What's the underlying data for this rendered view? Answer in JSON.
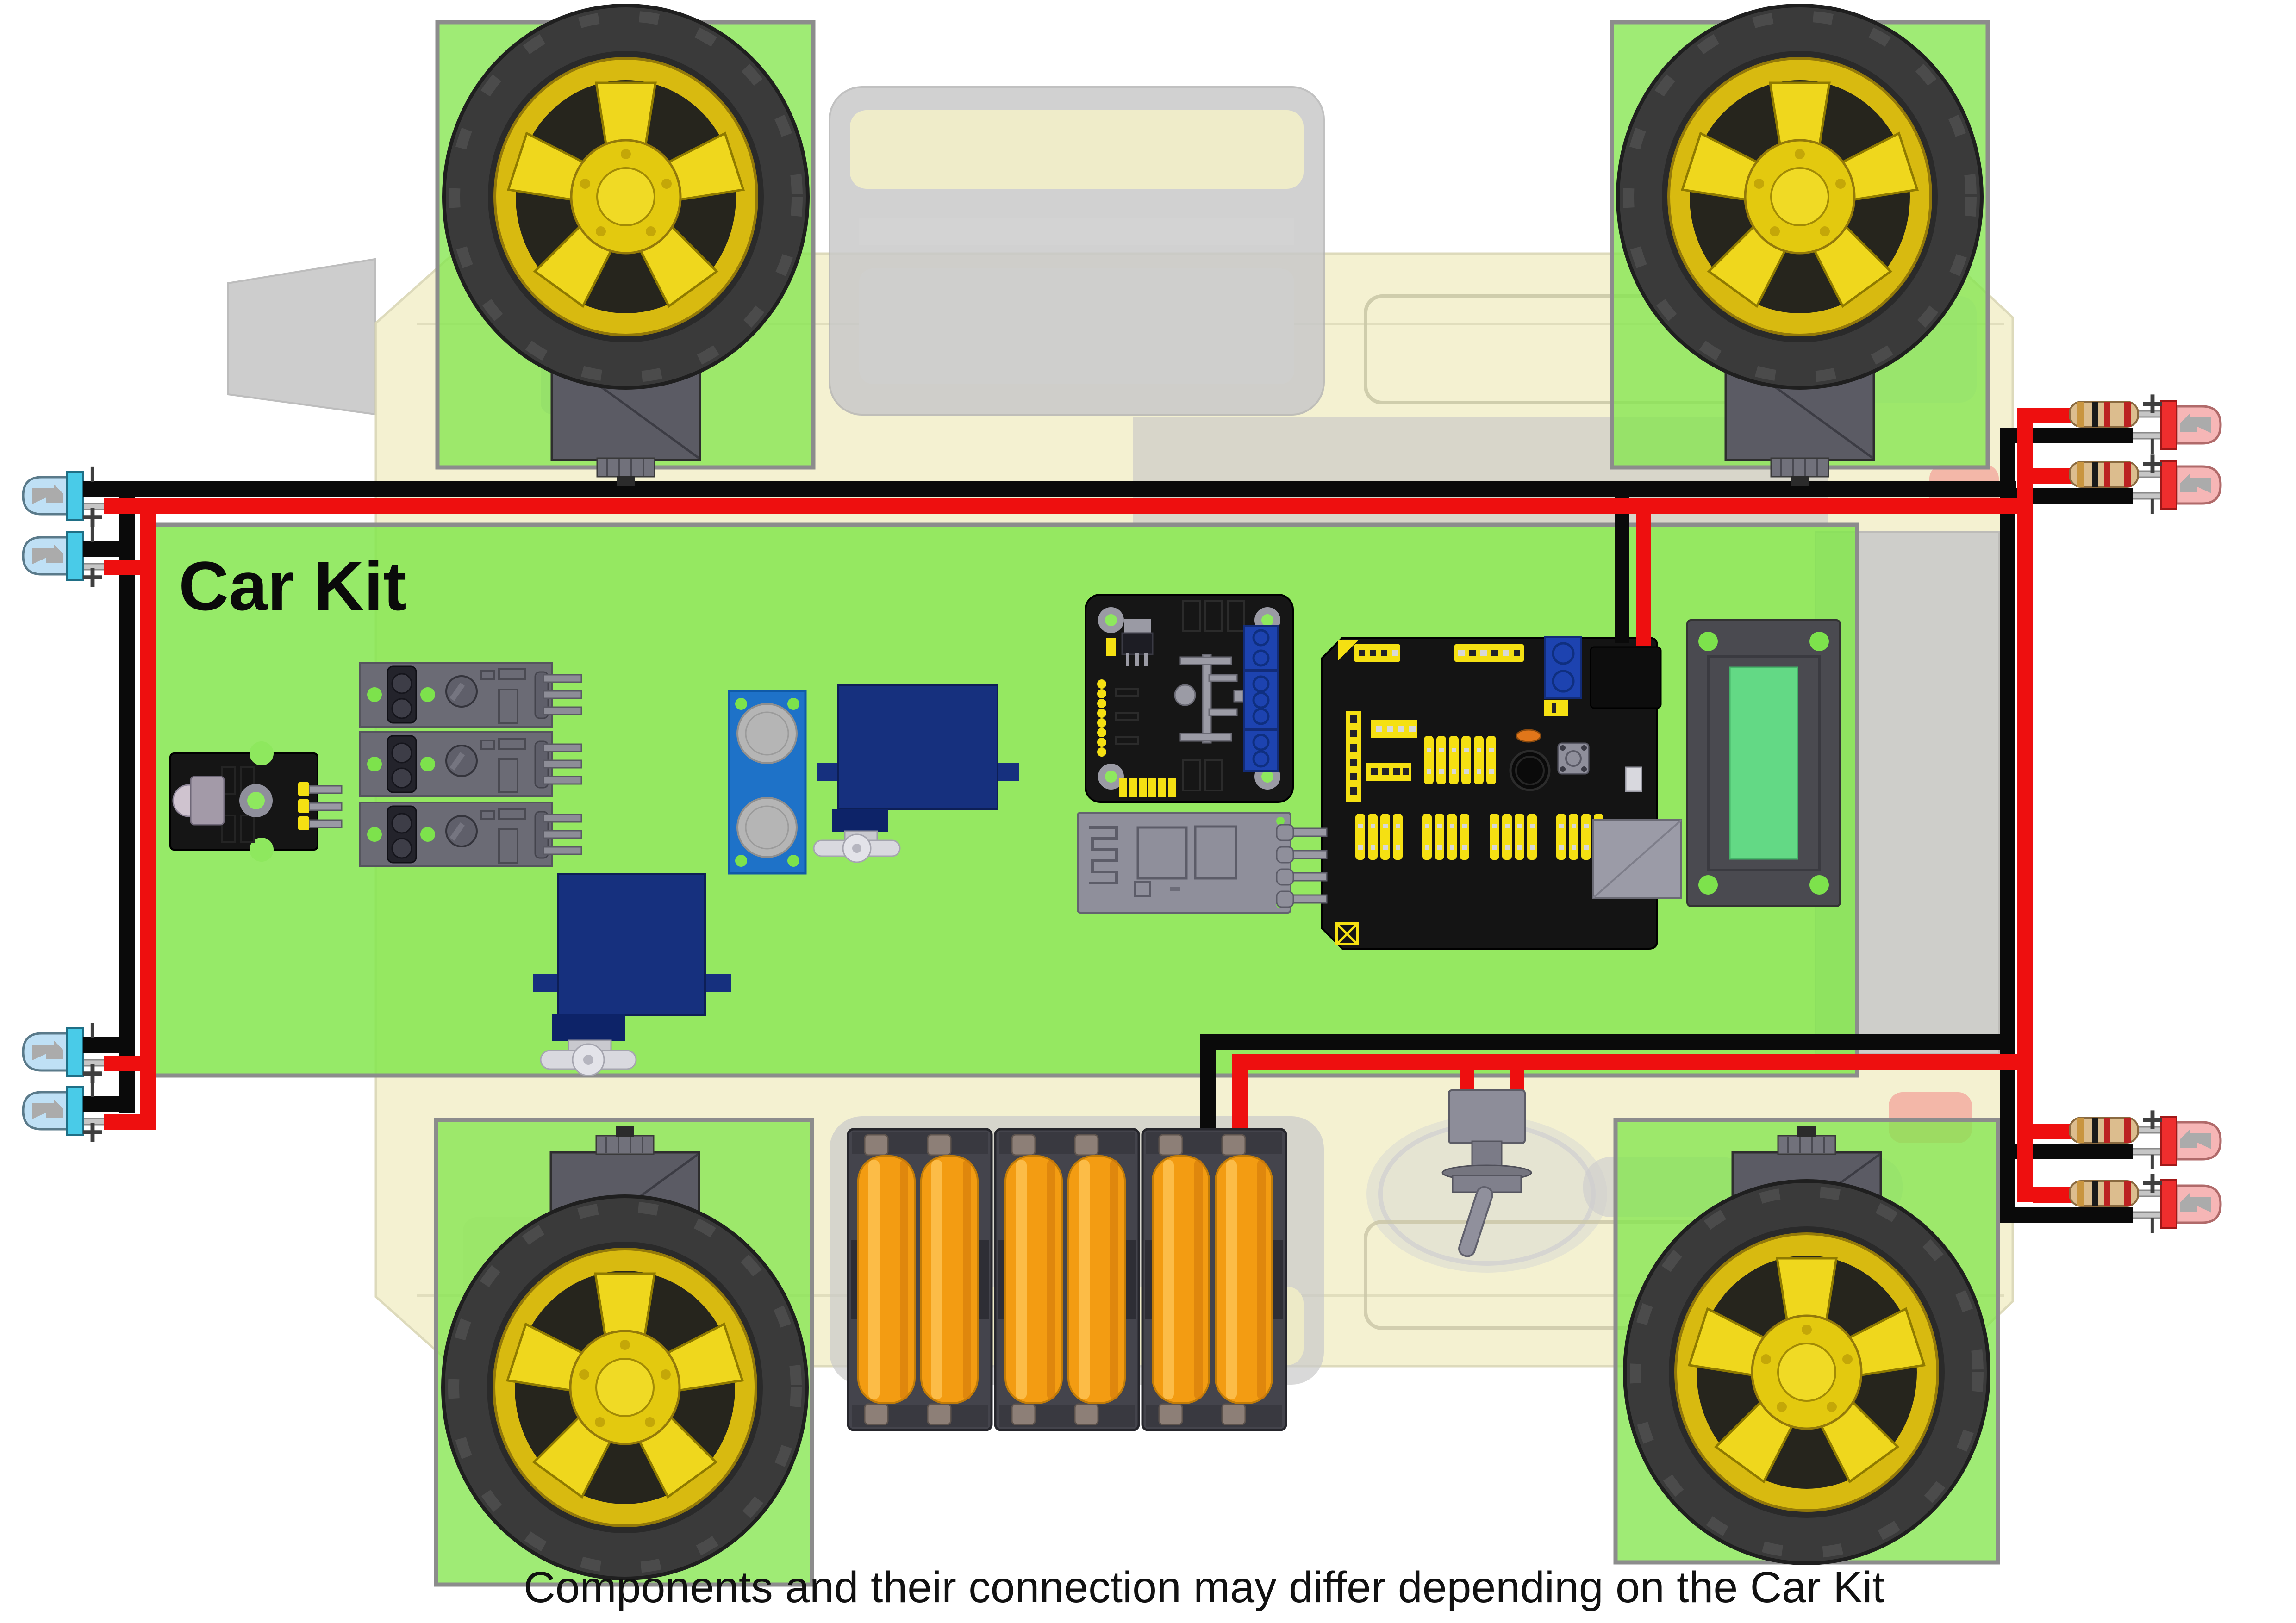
{
  "diagram": {
    "title": "Car Kit",
    "caption": "Components and their connection may differ depending on the Car Kit",
    "markers": {
      "plus": "+",
      "minus": "−"
    }
  },
  "colors": {
    "wire_red": "#ee0f0f",
    "wire_black": "#0a0a0a",
    "highlight_green": "#84e64e",
    "hole_green": "#7de24c",
    "board_black": "#141414",
    "header_yellow": "#f5e012",
    "battery_orange": "#f39c12",
    "tire_gray": "#3a3a3a",
    "rim_gold": "#d8ba10",
    "servo_navy": "#16307e",
    "ultrasonic_blue": "#1e72c8",
    "led_blue_body": "#bfe0f5",
    "led_blue_flange": "#49cbe8",
    "led_red_body": "#f6b6b6",
    "led_red_flange": "#ee2e2e",
    "lcd_screen_green": "#63d985",
    "chassis_yellow": "#f3f0cb",
    "chassis_gray": "#c6c6c6"
  },
  "components": {
    "wheels": [
      "front-left",
      "front-right",
      "rear-left",
      "rear-right"
    ],
    "blue_leds": 4,
    "red_leds": 4,
    "resistors": 4,
    "line_tracking_sensors": 3,
    "battery_cells": 6,
    "boards": [
      "ir-receiver",
      "ultrasonic-sensor",
      "servo",
      "servo",
      "motor-driver",
      "arduino-uno",
      "bluetooth-module",
      "lcd-display"
    ],
    "switch": "power-toggle"
  }
}
